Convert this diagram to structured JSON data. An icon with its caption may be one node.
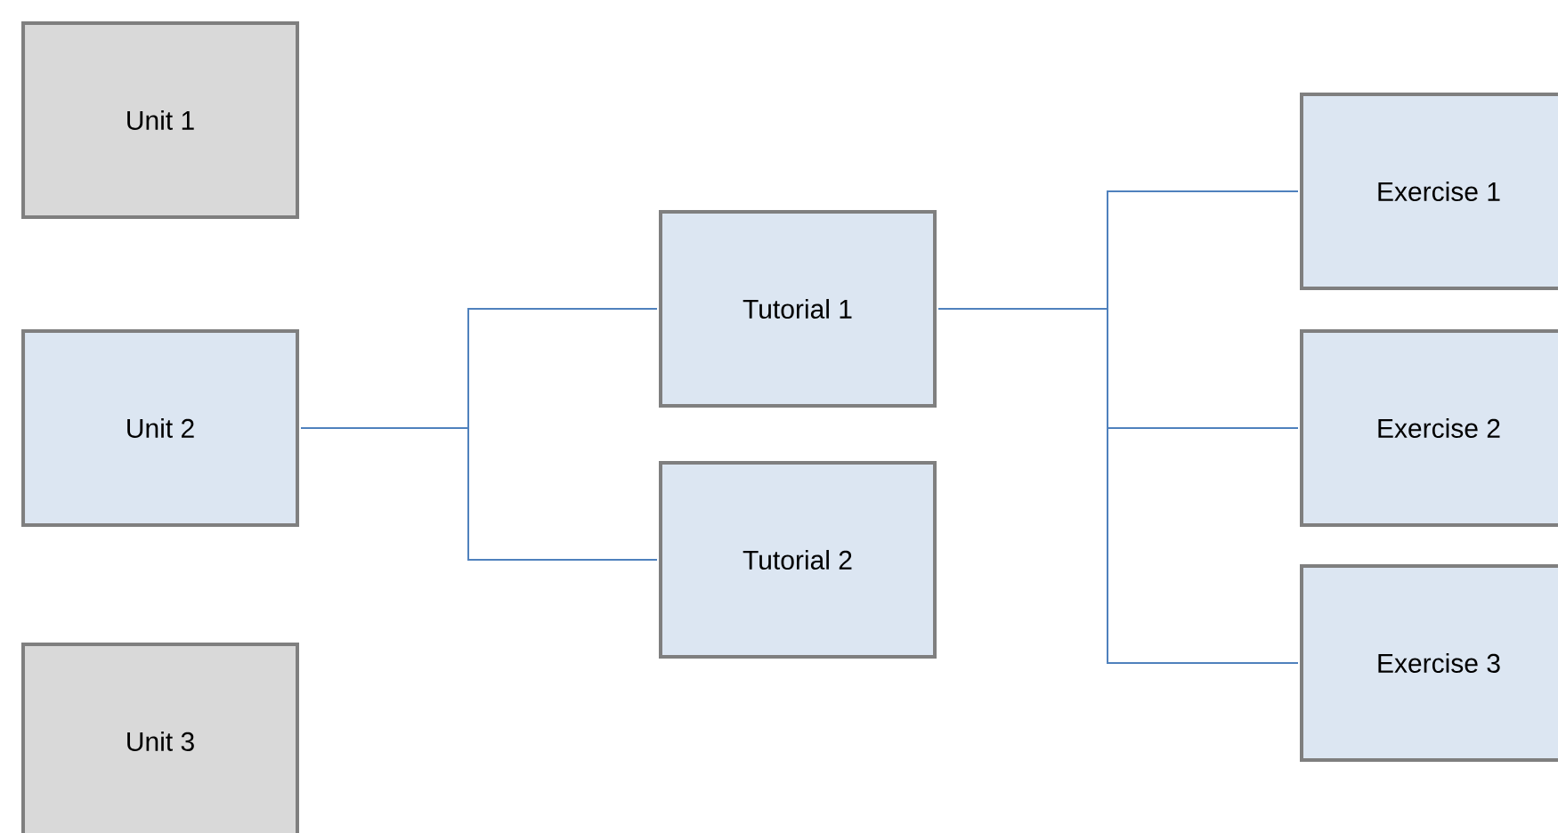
{
  "diagram": {
    "nodes": [
      {
        "text": [
          "Unit 1"
        ]
      },
      {
        "text": [
          "Unit 2"
        ]
      },
      {
        "text": [
          "Unit 3"
        ]
      },
      {
        "text": [
          "Tutorial 1"
        ]
      },
      {
        "text": [
          "Tutorial 2"
        ]
      },
      {
        "text": [
          "Exercise 1"
        ]
      },
      {
        "text": [
          "Exercise 2"
        ]
      },
      {
        "text": [
          "Exercise 3"
        ]
      }
    ],
    "edges": [
      {
        "from": 1,
        "to": 3,
        "arrow": "none"
      },
      {
        "from": 1,
        "to": 4,
        "arrow": "none"
      },
      {
        "from": 3,
        "to": 5,
        "arrow": "none"
      },
      {
        "from": 3,
        "to": 6,
        "arrow": "none"
      },
      {
        "from": 3,
        "to": 7,
        "arrow": "none"
      }
    ]
  }
}
